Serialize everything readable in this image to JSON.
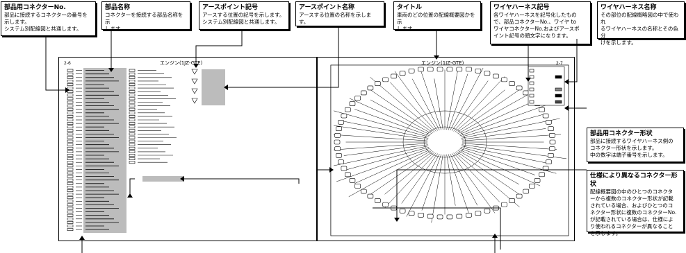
{
  "callouts": {
    "connector_no": {
      "title": "部品用コネクターNo.",
      "body": "部品に接続するコネクターの番号を\n示します。\nシステム別配線図と共通します。"
    },
    "part_name": {
      "title": "部品名称",
      "body": "コネクターを接続する部品名称を示\nします。"
    },
    "ground_symbol": {
      "title": "アースポイント記号",
      "body": "アースする位置の記号を示します。\nシステム別配線図と共通します。"
    },
    "ground_name": {
      "title": "アースポイント名称",
      "body": "アースする位置の名称を示します。"
    },
    "title": {
      "title": "タイトル",
      "body": "車両のどの位置の配線概要図かを示\nします。"
    },
    "harness_symbol": {
      "title": "ワイヤハーネス記号",
      "body": "各ワイヤハーネスを記号化したもの\nで、部品コネクターNo.、ワイヤ to\nワイヤコネクターNo.およびアースポ\nイント記号の頭文字になります。"
    },
    "harness_name": {
      "title": "ワイヤハーネス名称",
      "body": "その部位の配線概略図の中で使われ\nるワイヤハーネスの名称とその色分\nけを示します。"
    },
    "connector_shape": {
      "title": "部品用コネクター形状",
      "body": "部品に接続するワイヤハーネス側の\nコネクター形状を示します。\n中の数字は端子番号を示します。"
    },
    "spec_connector": {
      "title": "仕様により異なるコネクター形状",
      "body": "配線概要図の中のひとつのコネクタ\nーから複数のコネクター形状が記載\nされている場合、およびひとつのコ\nネクター形状に複数のコネクターNo.\nが記載されている場合は、仕様によ\nり使われるコネクターが異なること\nを示します。"
    }
  },
  "left_page": {
    "title": "エンジン(1JZ-GTE)",
    "page_no": "2-6"
  },
  "right_page": {
    "title": "エンジン(1JZ-GTE)",
    "page_no": "2-7"
  },
  "colors": {
    "ink": "#000000",
    "shade": "#bcbcbc",
    "paper": "#ffffff"
  }
}
